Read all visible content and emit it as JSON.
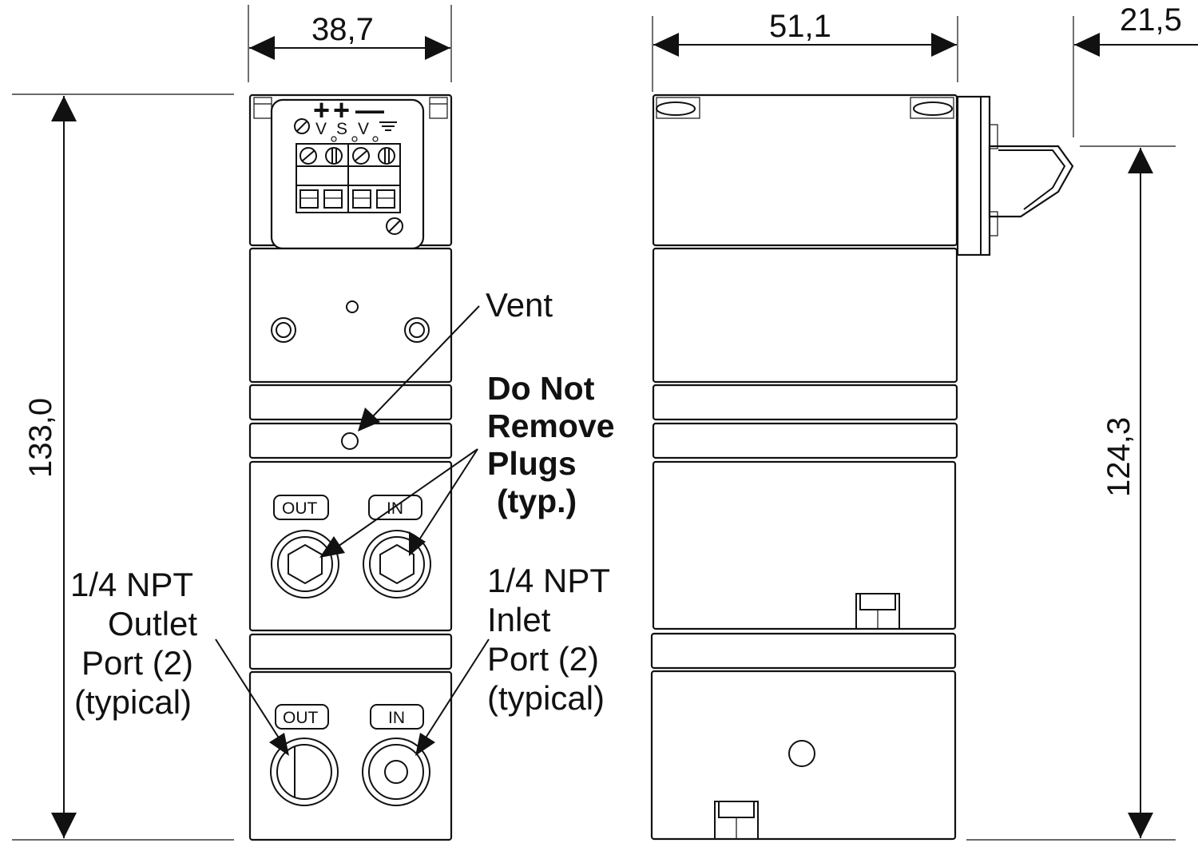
{
  "dimensions": {
    "front_width": "38,7",
    "side_width": "51,1",
    "connector_depth": "21,5",
    "total_height": "133,0",
    "side_height": "124,3"
  },
  "terminals": {
    "row1": [
      "+",
      "+",
      "—"
    ],
    "row2": [
      "V",
      "S",
      "V"
    ]
  },
  "port_tags": {
    "out": "OUT",
    "in": "IN"
  },
  "labels": {
    "vent": "Vent",
    "plugs": [
      "Do Not",
      "Remove",
      "Plugs",
      "(typ.)"
    ],
    "outlet": [
      "1/4 NPT",
      "Outlet",
      "Port (2)",
      "(typical)"
    ],
    "inlet": [
      "1/4 NPT",
      "Inlet",
      "Port (2)",
      "(typical)"
    ]
  }
}
